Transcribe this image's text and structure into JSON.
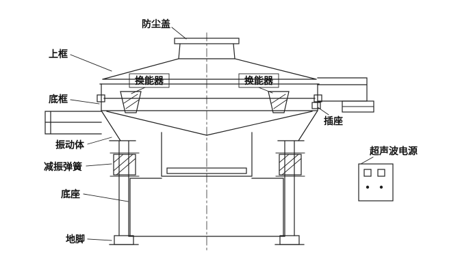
{
  "labels": {
    "dust_cover": "防尘盖",
    "upper_frame": "上框",
    "transducer_left": "换能器",
    "transducer_right": "换能器",
    "bottom_frame": "底框",
    "socket": "插座",
    "vibrating_body": "振动体",
    "damping_spring": "减振弹簧",
    "base": "底座",
    "ground_foot": "地脚",
    "ultrasonic_power": "超声波电源"
  },
  "colors": {
    "line": "#1f1f1f",
    "text": "#111111",
    "background": "#ffffff"
  }
}
